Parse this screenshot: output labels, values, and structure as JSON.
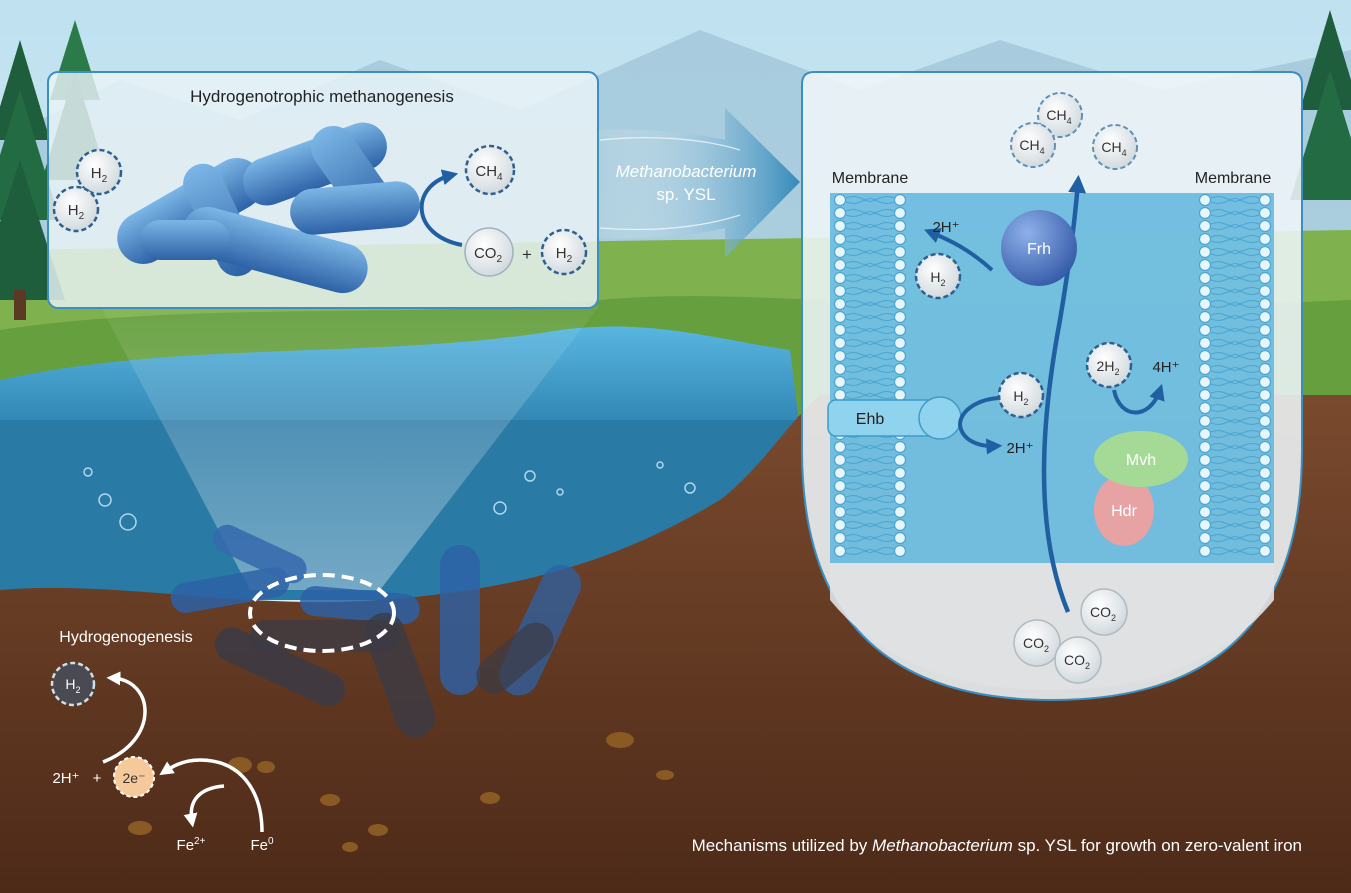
{
  "panels": {
    "top_left_title": "Hydrogenotrophic methanogenesis",
    "arrow_organism_genus": "Methanobacterium",
    "arrow_organism_strain": "sp. YSL",
    "membrane_left": "Membrane",
    "membrane_right": "Membrane",
    "hydrogenogenesis_title": "Hydrogenogenesis",
    "caption": {
      "prefix": "Mechanisms utilized by ",
      "genus": "Methanobacterium",
      "suffix": " sp. YSL for growth on zero-valent iron"
    }
  },
  "molecules": {
    "h2_base": "H",
    "h2_sub": "2",
    "ch4_base": "CH",
    "ch4_sub": "4",
    "co2_base": "CO",
    "co2_sub": "2",
    "plus": "+",
    "two_h2_base": "2H",
    "two_h_plus": "2H⁺",
    "four_h_plus": "4H⁺",
    "two_electrons": "2e⁻",
    "fe0_base": "Fe",
    "fe0_sup": "0",
    "fe2_base": "Fe",
    "fe2_sup": "2+"
  },
  "enzymes": {
    "frh": "Frh",
    "ehb": "Ehb",
    "mvh": "Mvh",
    "hdr": "Hdr"
  },
  "colors": {
    "sky": "#cfe6f2",
    "water": "#3b93c7",
    "soil": "#6f4027",
    "bacteria": "#3f7fc4",
    "frh": "#3f69b8",
    "ehb": "#6cc3e8",
    "mvh": "#9ad38c",
    "hdr": "#e39a9a",
    "cell_interior": "#7cc6e4"
  }
}
